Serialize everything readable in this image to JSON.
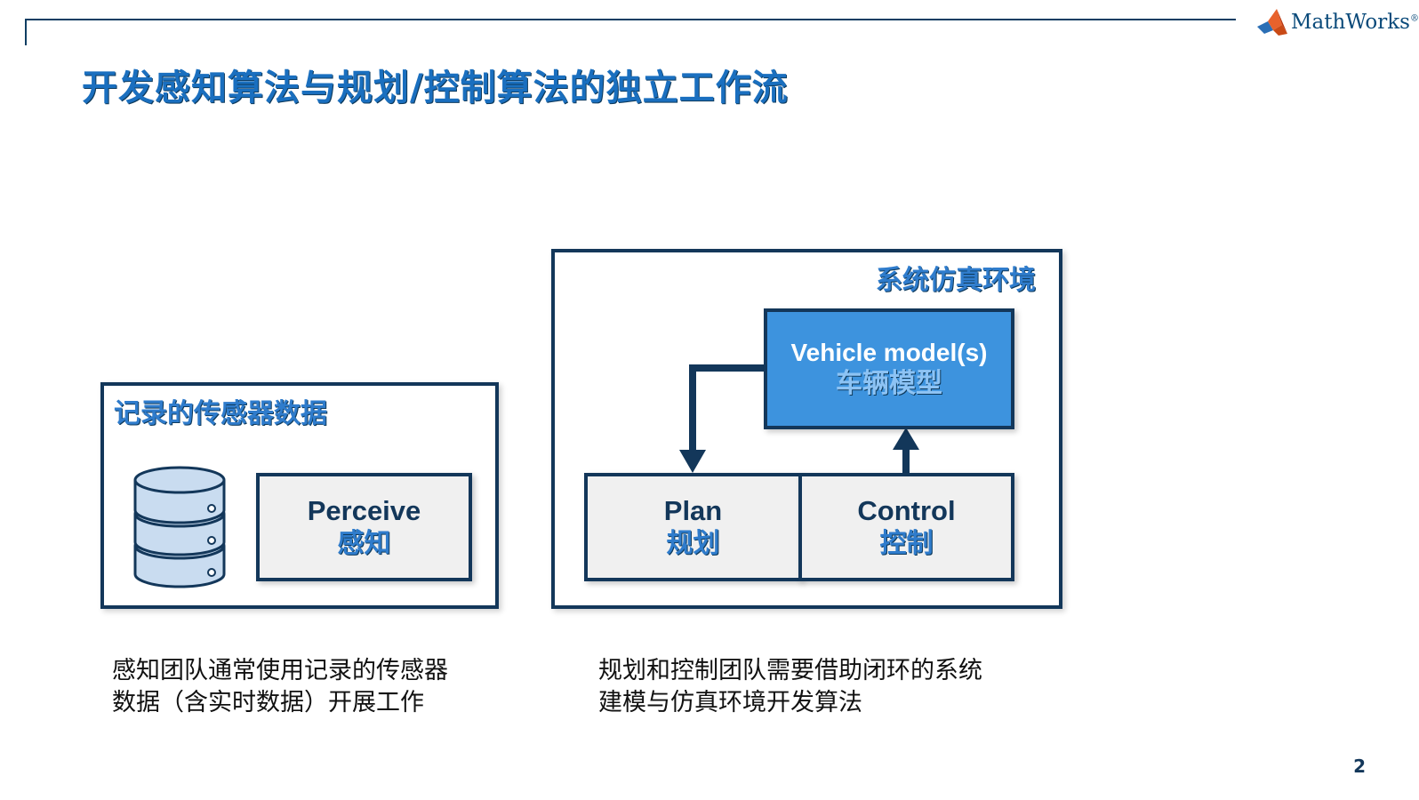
{
  "brand": {
    "name": "MathWorks",
    "trademark": "®"
  },
  "title": "开发感知算法与规划/控制算法的独立工作流",
  "left_panel": {
    "label": "记录的传感器数据",
    "perceive": {
      "en": "Perceive",
      "zh": "感知"
    }
  },
  "right_panel": {
    "label": "系统仿真环境",
    "vehicle": {
      "en": "Vehicle model(s)",
      "zh": "车辆模型"
    },
    "plan": {
      "en": "Plan",
      "zh": "规划"
    },
    "control": {
      "en": "Control",
      "zh": "控制"
    }
  },
  "captions": {
    "left": [
      "感知团队通常使用记录的传感器",
      "数据（含实时数据）开展工作"
    ],
    "right": [
      "规划和控制团队需要借助闭环的系统",
      "建模与仿真环境开发算法"
    ]
  },
  "page_number": "2",
  "colors": {
    "dark_navy": "#13375a",
    "title_blue": "#1a6fbf",
    "vehicle_fill": "#3d93de",
    "block_fill": "#f0f0f0",
    "database_fill": "#c9dcf0"
  }
}
